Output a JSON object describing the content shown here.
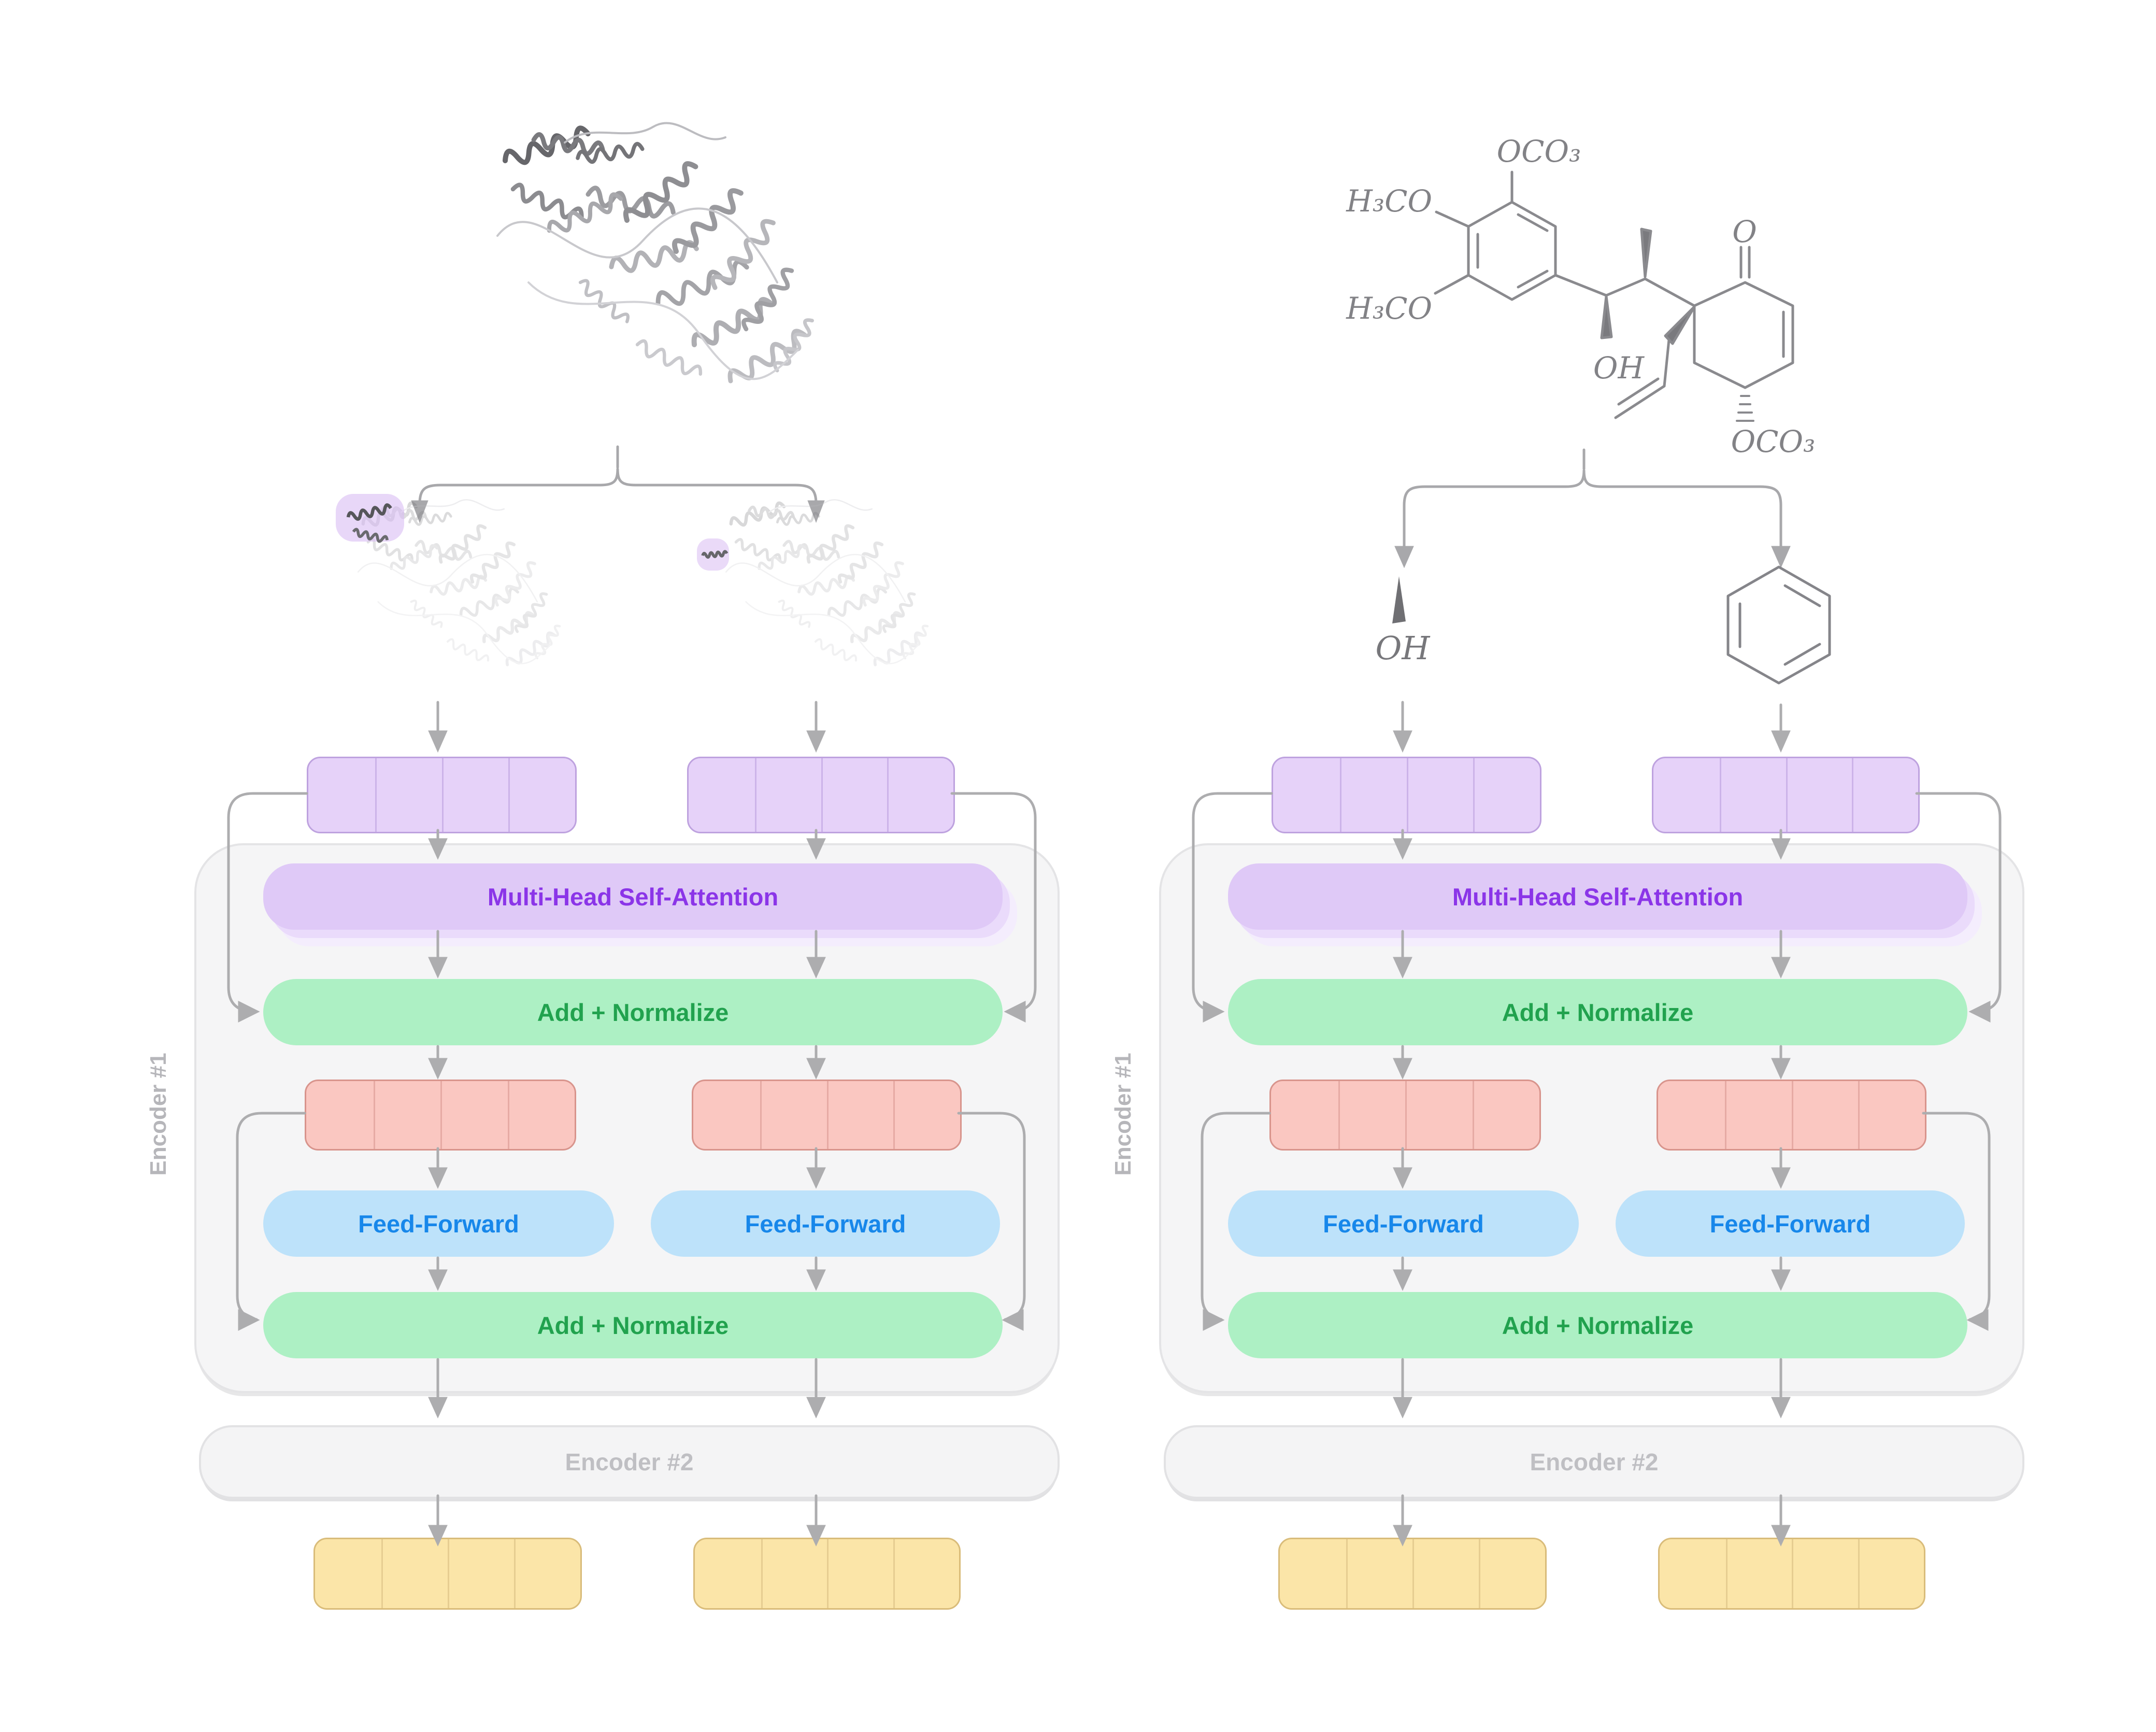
{
  "figure_type": "transformer-encoder-diagram",
  "labels": {
    "multi_head_self_attention": "Multi-Head Self-Attention",
    "add_normalize": "Add + Normalize",
    "feed_forward": "Feed-Forward",
    "encoder_1": "Encoder #1",
    "encoder_2": "Encoder #2"
  },
  "left_column": {
    "input": "protein-ribbon-structure",
    "fragments": [
      "highlighted-protein-subdomain-large",
      "highlighted-protein-subdomain-small"
    ],
    "token_cells": 4
  },
  "right_column": {
    "input": "small-molecule-structure",
    "token_cells": 4,
    "molecule_labels": {
      "top_substituent": "OCO₃",
      "left_substituent_upper": "H₃CO",
      "left_substituent_lower": "H₃CO",
      "ketone_oxygen": "O",
      "hydroxyl": "OH",
      "bottom_substituent": "OCO₃"
    },
    "fragment_labels": {
      "hydroxyl_fragment": "OH",
      "ring_fragment": "benzene-ring"
    }
  },
  "colors": {
    "purple_box_fill": "#DFC9F7",
    "purple_text": "#8B35E8",
    "green_box_fill": "#ADF0C4",
    "green_text": "#21A24E",
    "blue_box_fill": "#BDE2FA",
    "blue_text": "#1787EA",
    "purple_token": "#E6D2F9",
    "pink_token": "#FAC7C1",
    "yellow_token": "#FBE5A8",
    "container_fill": "#F5F5F6",
    "muted_gray_text": "#BFBFC3",
    "arrow_gray": "#ADADAF",
    "highlight_purple": "#D8BCF3",
    "molecule_gray": "#8A8A8E"
  }
}
